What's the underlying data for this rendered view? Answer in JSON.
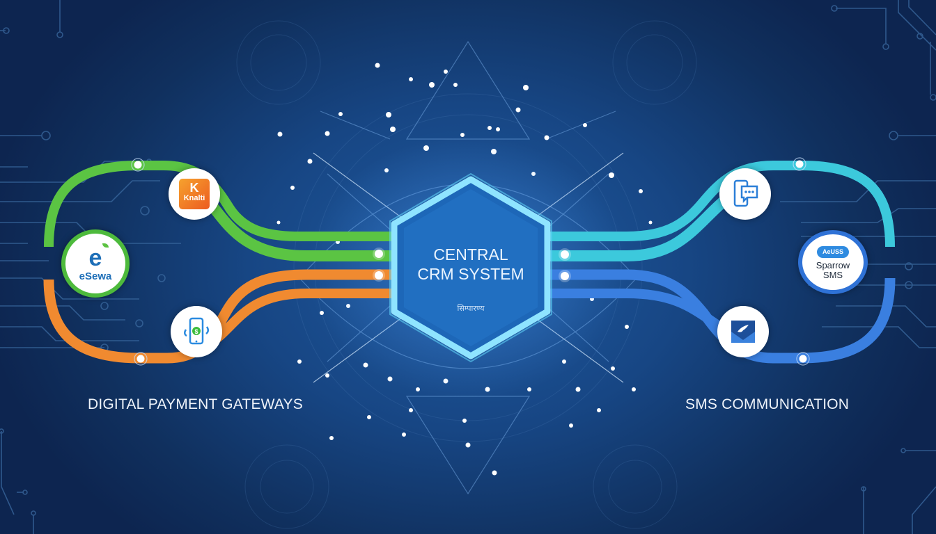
{
  "center": {
    "title_line1": "CENTRAL",
    "title_line2": "CRM SYSTEM",
    "subtitle": "सिम्पारण्य"
  },
  "left_group": {
    "label": "DIGITAL PAYMENT GATEWAYS",
    "colors": {
      "top_path": "#5bc443",
      "bottom_path": "#f08a30"
    },
    "nodes": [
      {
        "id": "khalti",
        "text_line1": "K",
        "text_line2": "Knalti",
        "badge_color": "#ef6c24"
      },
      {
        "id": "esewa",
        "text_big": "e",
        "text": "eSewa",
        "ring_color": "#4dba3c",
        "text_color": "#1e6fb8"
      },
      {
        "id": "mobile-payment",
        "icon": "phone-dollar-icon",
        "symbol": "$"
      }
    ]
  },
  "right_group": {
    "label": "SMS COMMUNICATION",
    "colors": {
      "top_path": "#3cc9dc",
      "bottom_path": "#3a7fe0"
    },
    "nodes": [
      {
        "id": "chat",
        "icon": "phone-chat-icon"
      },
      {
        "id": "sparrow-sms",
        "cloud_text": "AeUSS",
        "text_line1": "Sparrow",
        "text_line2": "SMS",
        "ring_color": "#2f72d6"
      },
      {
        "id": "mail",
        "icon": "envelope-bird-icon"
      }
    ]
  }
}
